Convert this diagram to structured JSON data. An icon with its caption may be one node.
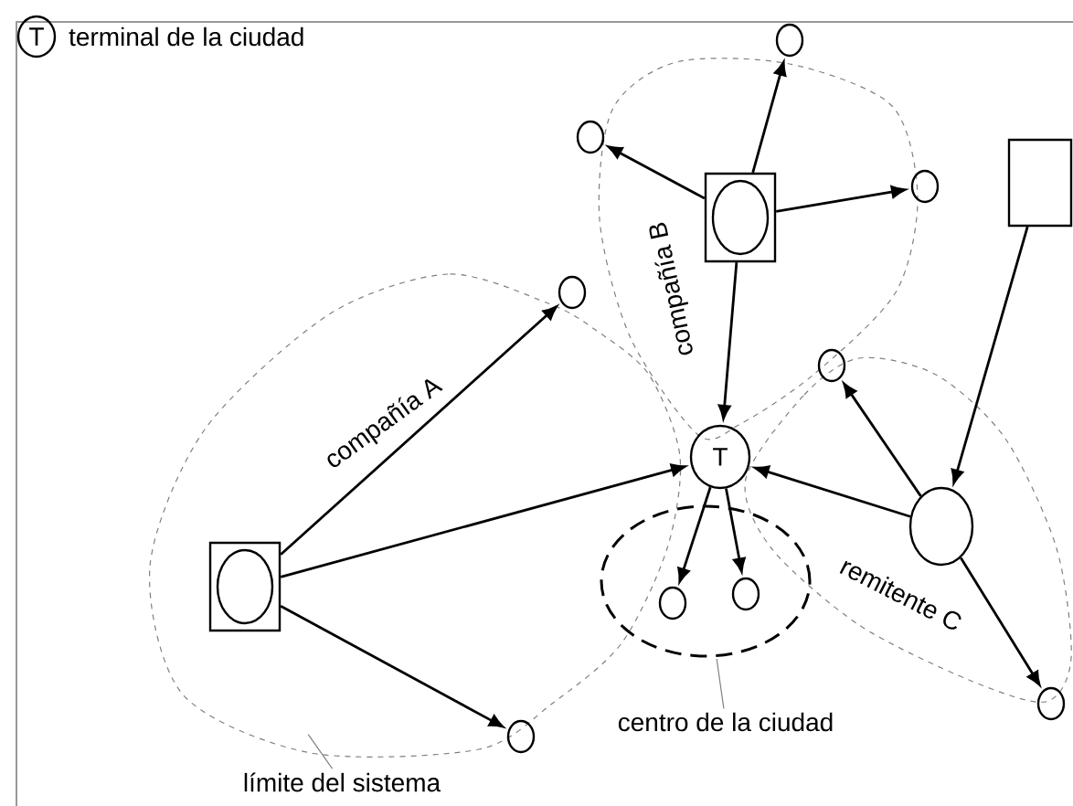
{
  "diagram": {
    "nodes": [
      {
        "text": [
          "T"
        ],
        "beside": [
          "terminal de la ciudad"
        ]
      },
      {
        "text": [
          "compañía B"
        ]
      },
      {
        "text": [],
        "shape": "circle"
      },
      {
        "text": [],
        "shape": "circle"
      },
      {
        "text": [],
        "shape": "box",
        "in": 1
      },
      {
        "text": [],
        "shape": "circle"
      },
      {
        "text": [],
        "shape": "box"
      },
      {
        "text": [
          "compañía A"
        ]
      },
      {
        "text": [],
        "shape": "circle"
      },
      {
        "text": [],
        "shape": "box",
        "in": 7
      },
      {
        "text": [
          "T"
        ]
      },
      {
        "text": [
          "remitente C"
        ]
      },
      {
        "text": [],
        "shape": "circle"
      },
      {
        "text": [],
        "shape": "circle",
        "in": 11
      },
      {
        "text": [],
        "shape": "ellipse"
      },
      {
        "text": [],
        "shape": "circle",
        "in": 14
      },
      {
        "text": [],
        "shape": "circle",
        "in": 14
      },
      {
        "text": [],
        "shape": "circle"
      },
      {
        "text": [],
        "shape": "circle"
      },
      {
        "text": [
          "centro de la ciudad"
        ]
      },
      {
        "text": [
          "límite del sistema"
        ]
      }
    ],
    "edges": [
      {
        "from": 4,
        "to": 3,
        "arrow": "to"
      },
      {
        "from": 4,
        "to": 2,
        "arrow": "to"
      },
      {
        "from": 4,
        "to": 5,
        "arrow": "to"
      },
      {
        "from": 4,
        "to": 10,
        "arrow": "to"
      },
      {
        "from": 9,
        "to": 8,
        "arrow": "to"
      },
      {
        "from": 9,
        "to": 10,
        "arrow": "to"
      },
      {
        "from": 9,
        "to": 18,
        "arrow": "to"
      },
      {
        "from": 6,
        "to": 13,
        "arrow": "to"
      },
      {
        "from": 13,
        "to": 12,
        "arrow": "to"
      },
      {
        "from": 13,
        "to": 10,
        "arrow": "to"
      },
      {
        "from": 13,
        "to": 17,
        "arrow": "to"
      },
      {
        "from": 10,
        "to": 15,
        "arrow": "to"
      },
      {
        "from": 10,
        "to": 16,
        "arrow": "to"
      },
      {
        "from": 19,
        "to": 14,
        "arrow": "none",
        "color": "#808080"
      },
      {
        "from": 20,
        "to": 7,
        "arrow": "none",
        "color": "#808080"
      }
    ]
  }
}
